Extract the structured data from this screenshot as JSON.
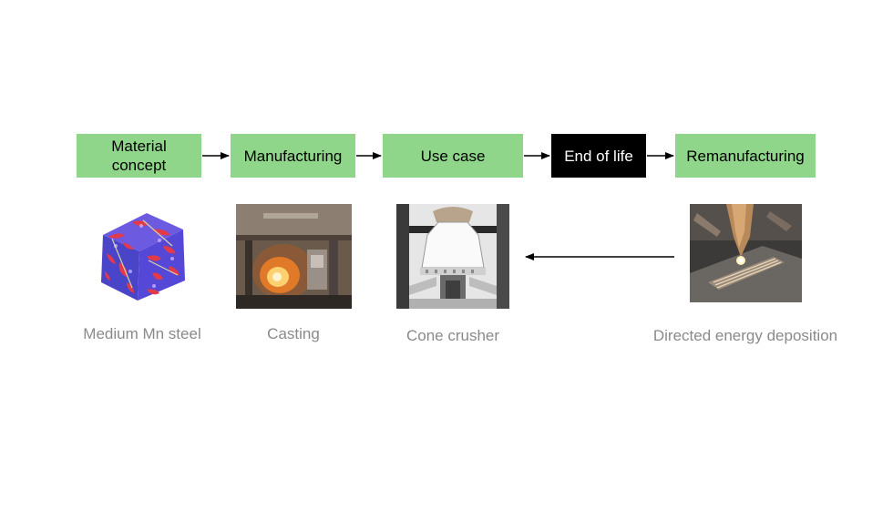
{
  "flow": {
    "steps": [
      {
        "label": "Material concept"
      },
      {
        "label": "Manufacturing"
      },
      {
        "label": "Use case"
      },
      {
        "label": "End of life"
      },
      {
        "label": "Remanufacturing"
      }
    ]
  },
  "examples": {
    "items": [
      {
        "caption": "Medium Mn steel",
        "icon": "steel-microstructure-cube"
      },
      {
        "caption": "Casting",
        "icon": "foundry-furnace-photo"
      },
      {
        "caption": "Cone crusher",
        "icon": "cone-crusher-photo"
      },
      {
        "caption": "Directed energy deposition",
        "icon": "laser-deposition-photo"
      }
    ]
  },
  "colors": {
    "step_fill": "#8fd68a",
    "end_of_life_fill": "#000000",
    "caption_text": "#8a8a8a"
  }
}
